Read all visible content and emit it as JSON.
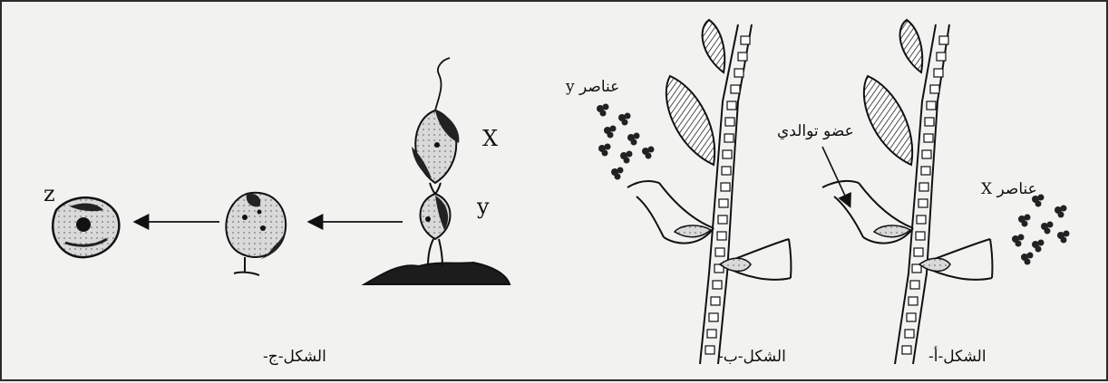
{
  "figures": {
    "a": {
      "caption": "الشكل-أ-",
      "label_elements": "عناصر X"
    },
    "b": {
      "caption": "الشكل-ب-",
      "label_elements": "عناصر y",
      "label_organ": "عضو توالدي"
    },
    "c": {
      "caption": "الشكل-ج-",
      "label_x": "X",
      "label_y": "y",
      "label_z": "z"
    }
  }
}
